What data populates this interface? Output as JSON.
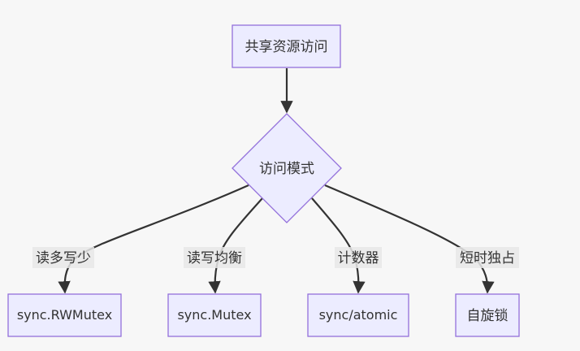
{
  "theme": {
    "node_fill": "#ECECFF",
    "node_stroke": "#9370DB",
    "edge_color": "#333333",
    "label_bg": "#E8E8E8"
  },
  "nodes": {
    "root": {
      "label": "共享资源访问"
    },
    "decision": {
      "label": "访问模式"
    },
    "rwmutex": {
      "label": "sync.RWMutex"
    },
    "mutex": {
      "label": "sync.Mutex"
    },
    "atomic": {
      "label": "sync/atomic"
    },
    "spinlock": {
      "label": "自旋锁"
    }
  },
  "edges": {
    "read_heavy": {
      "label": "读多写少"
    },
    "balanced": {
      "label": "读写均衡"
    },
    "counter": {
      "label": "计数器"
    },
    "short_exclusive": {
      "label": "短时独占"
    }
  }
}
